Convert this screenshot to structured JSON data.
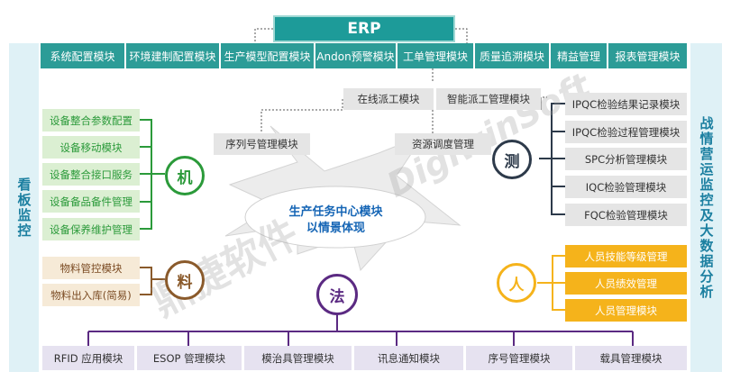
{
  "erp": "ERP",
  "left_panel": "看板监控",
  "right_panel": "战情营运监控及大数据分析",
  "top_modules": [
    "系统配置模块",
    "环境建制配置模块",
    "生产模型配置模块",
    "Andon预警模块",
    "工单管理模块",
    "质量追溯模块",
    "精益管理",
    "报表管理模块"
  ],
  "dispatch": [
    "在线派工模块",
    "智能派工管理模块"
  ],
  "serial_module": "序列号管理模块",
  "resource_module": "资源调度管理",
  "center": [
    "生产任务中心模块",
    "以情景体现"
  ],
  "machine": {
    "label": "机",
    "items": [
      "设备整合参数配置",
      "设备移动模块",
      "设备整合接口服务",
      "设备备品备件管理",
      "设备保养维护管理"
    ]
  },
  "material": {
    "label": "料",
    "items": [
      "物料管控模块",
      "物料出入库(简易)"
    ]
  },
  "method": {
    "label": "法"
  },
  "measure": {
    "label": "测",
    "items": [
      "IPQC检验结果记录模块",
      "IPQC检验过程管理模块",
      "SPC分析管理模块",
      "IQC检验管理模块",
      "FQC检验管理模块"
    ]
  },
  "person": {
    "label": "人",
    "items": [
      "人员技能等级管理",
      "人员绩效管理",
      "人员管理模块"
    ]
  },
  "bottom_modules": [
    "RFID 应用模块",
    "ESOP 管理模块",
    "模治具管理模块",
    "讯息通知模块",
    "序号管理模块",
    "载具管理模块"
  ],
  "watermark": {
    "cn": "鼎捷软件",
    "en": "DigiwinSoft"
  },
  "colors": {
    "teal": "#2c9c97",
    "green": "#2b9a3a",
    "tan": "#8a5a2b",
    "purple": "#5b2a82",
    "dark": "#2d3a4a",
    "yellow": "#f5b31b"
  }
}
